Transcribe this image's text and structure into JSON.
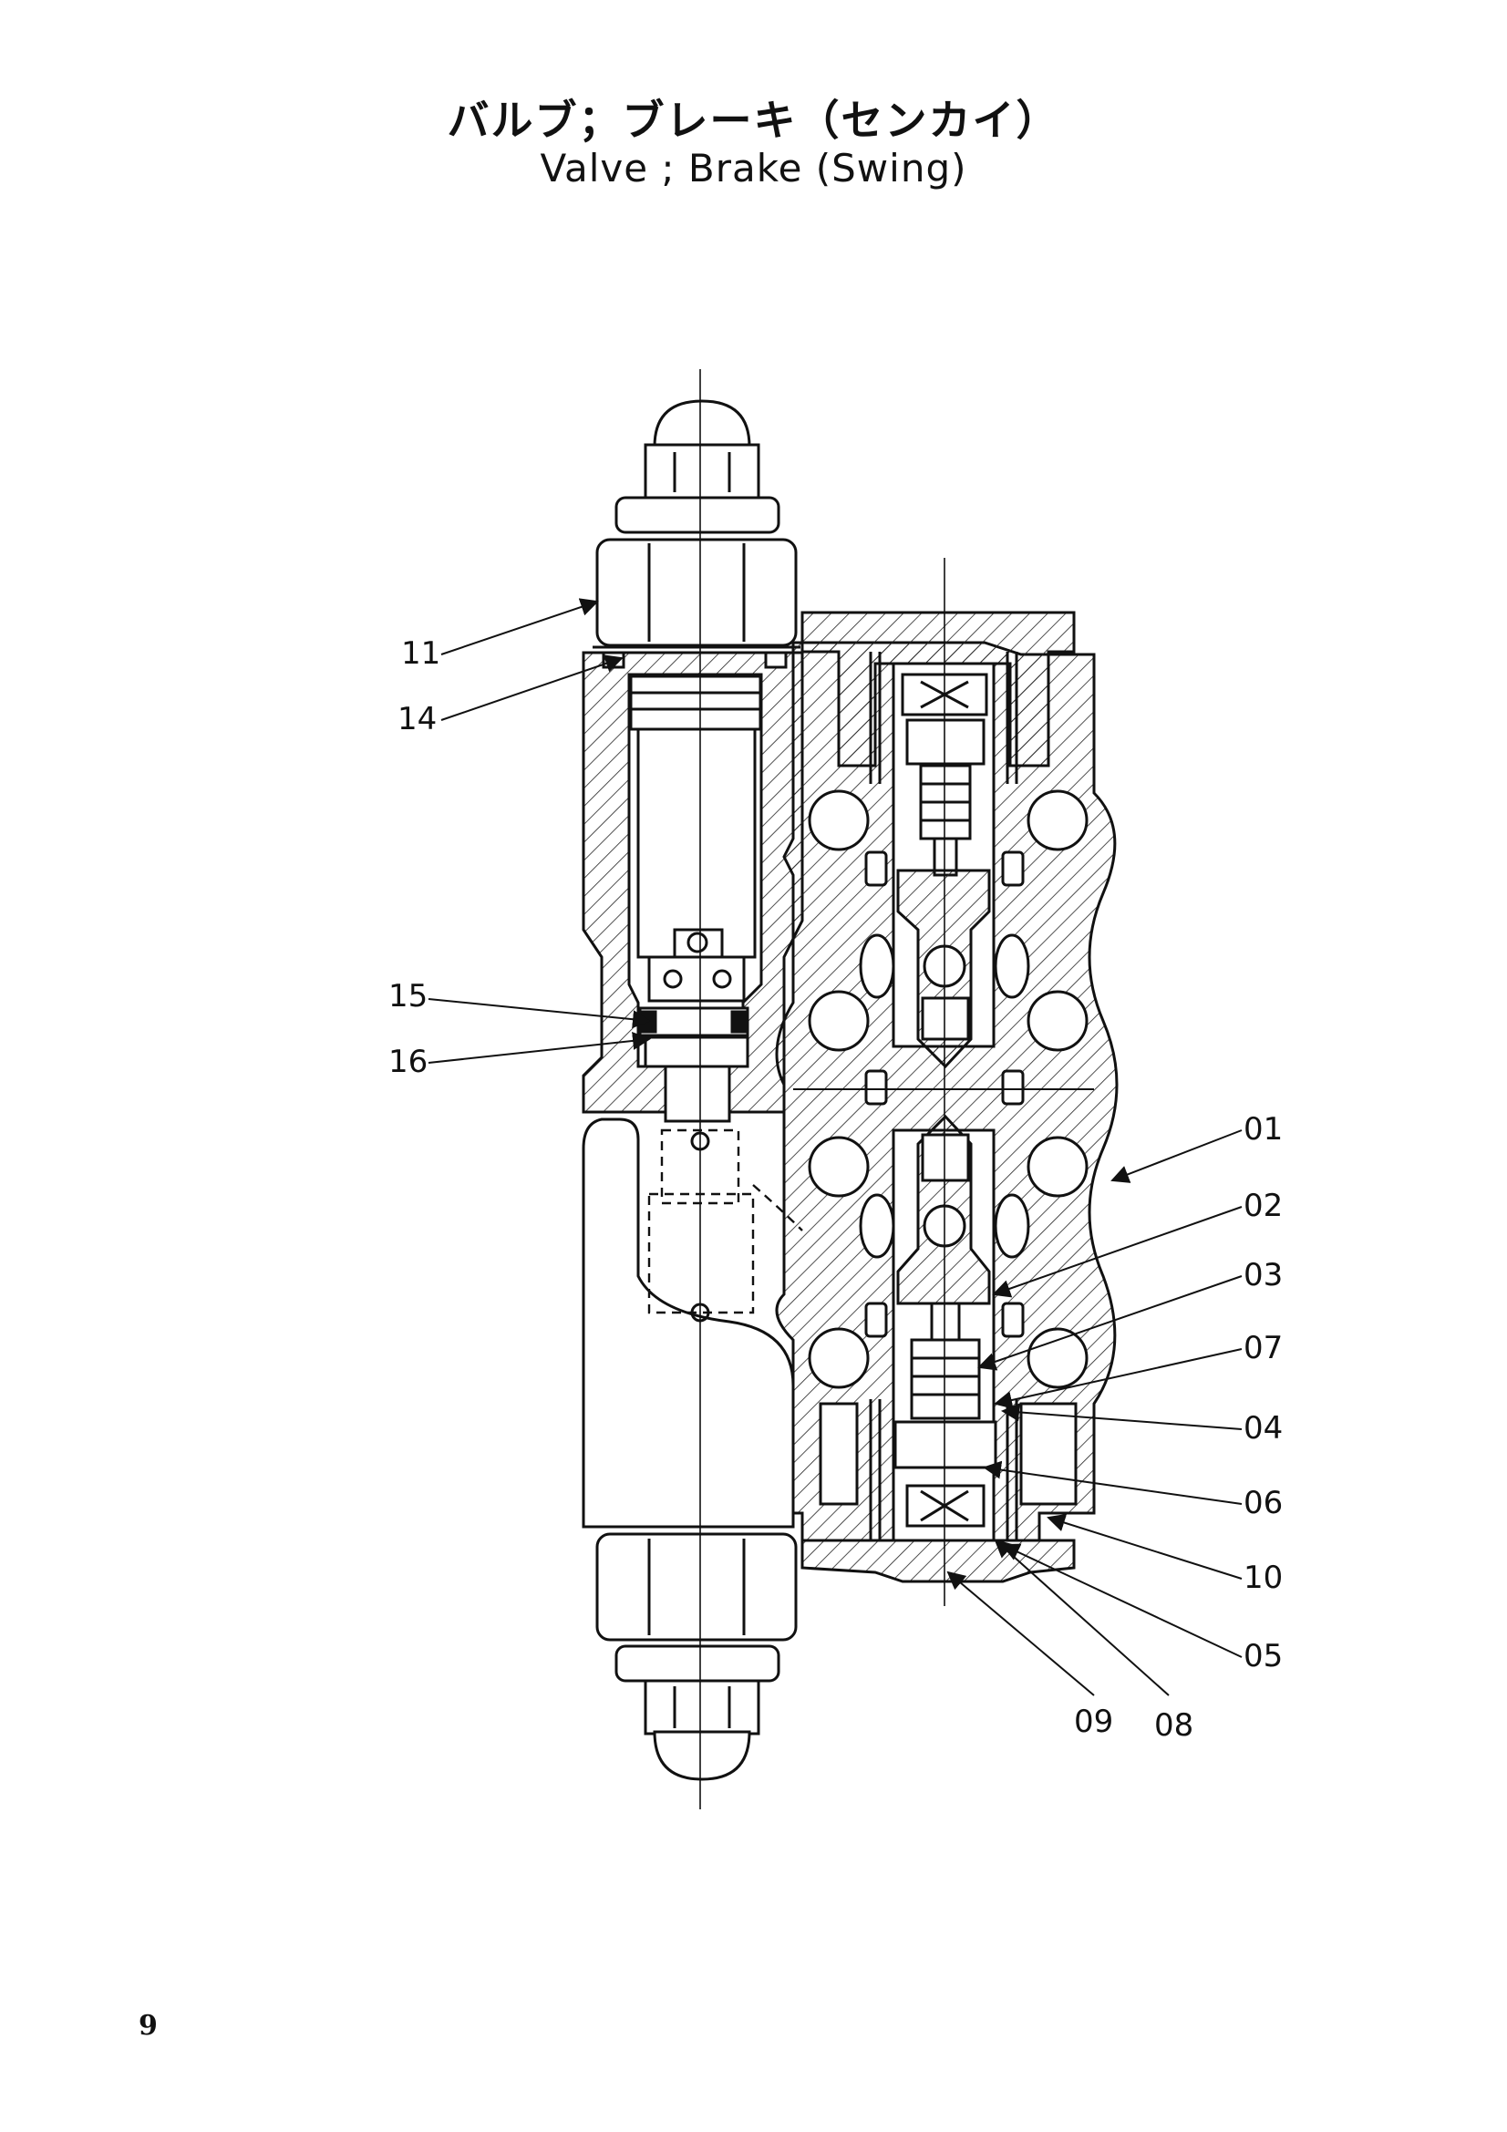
{
  "title_ja": "バルブ；ブレーキ（センカイ）",
  "title_en": "Valve ; Brake  (Swing)",
  "page_number": "9",
  "callouts": {
    "c11": "11",
    "c14": "14",
    "c15": "15",
    "c16": "16",
    "c01": "01",
    "c02": "02",
    "c03": "03",
    "c07": "07",
    "c04": "04",
    "c06": "06",
    "c10": "10",
    "c05": "05",
    "c09": "09",
    "c08": "08"
  }
}
